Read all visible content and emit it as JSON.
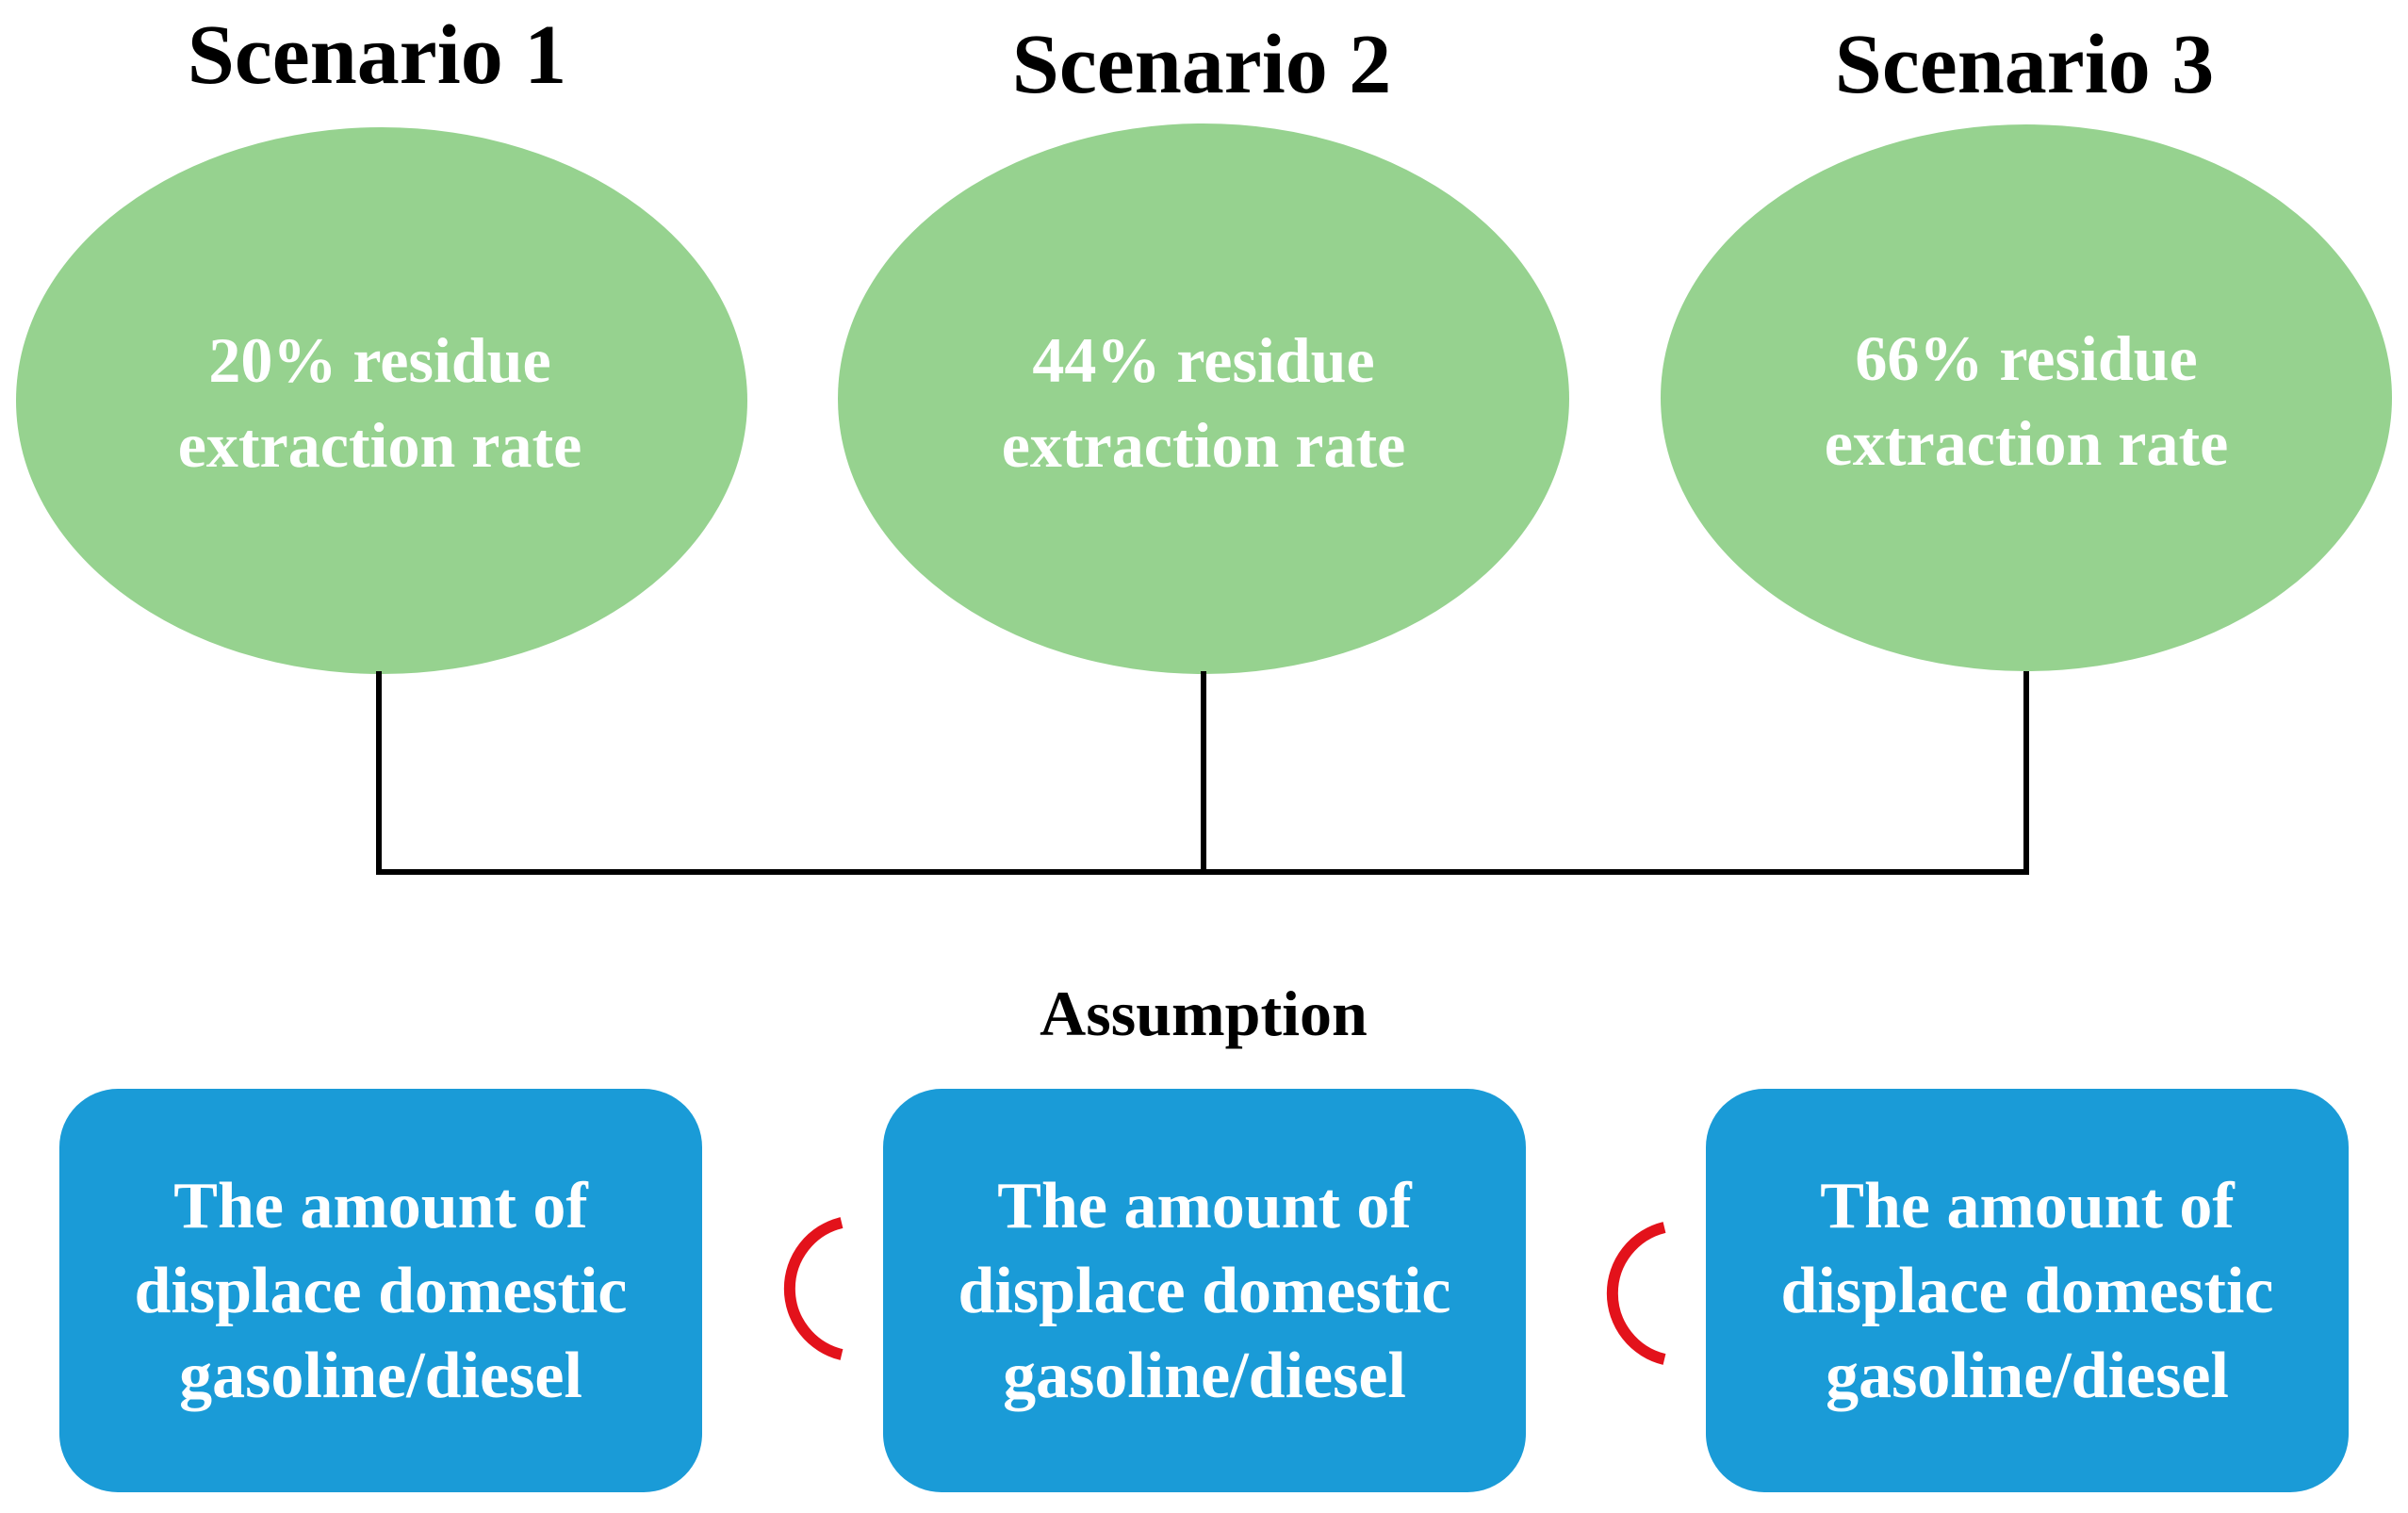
{
  "colors": {
    "ellipse_fill": "#96D28F",
    "box_fill": "#1A9BD7",
    "connector": "#000000",
    "subset_symbol": "#E3121B",
    "ellipse_text": "#ffffff",
    "box_text": "#ffffff",
    "title_text": "#000000"
  },
  "scenarios": [
    {
      "title": "Scenario 1",
      "line1": "20% residue",
      "line2": "extraction rate"
    },
    {
      "title": "Scenario 2",
      "line1": "44% residue",
      "line2": "extraction rate"
    },
    {
      "title": "Scenario 3",
      "line1": "66% residue",
      "line2": "extraction rate"
    }
  ],
  "assumption_label": "Assumption",
  "boxes": [
    {
      "line1": "The amount of",
      "line2": "displace domestic",
      "line3": "gasoline/diesel"
    },
    {
      "line1": "The amount of",
      "line2": "displace domestic",
      "line3": "gasoline/diesel"
    },
    {
      "line1": "The amount of",
      "line2": "displace domestic",
      "line3": "gasoline/diesel"
    }
  ],
  "relations": [
    {
      "symbol": "subset",
      "symbol_icon": "subset-arc-icon"
    },
    {
      "symbol": "subset",
      "symbol_icon": "subset-arc-icon"
    }
  ]
}
